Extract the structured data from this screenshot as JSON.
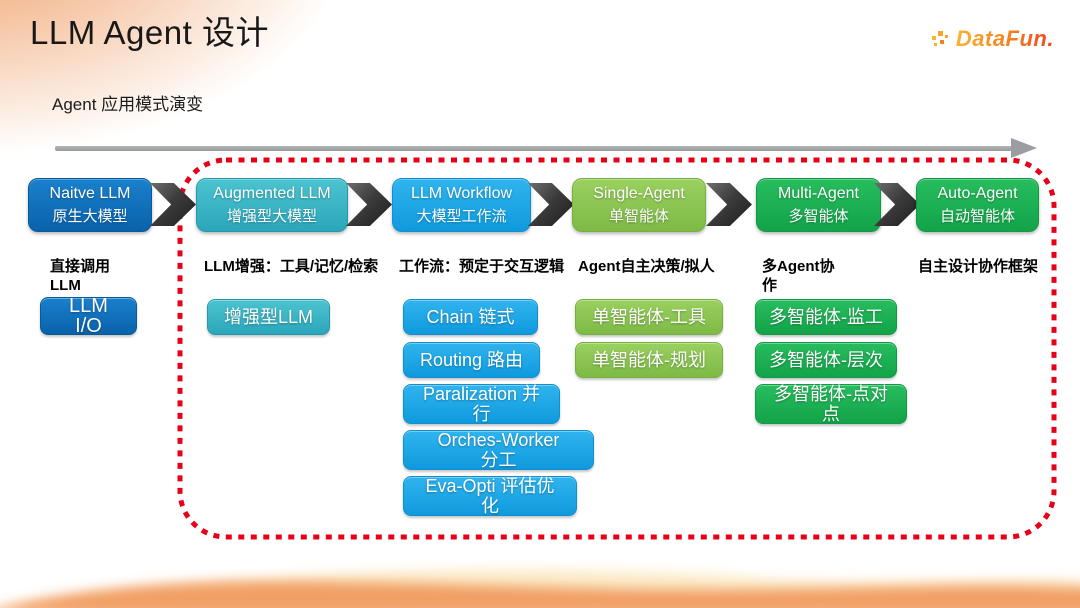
{
  "page": {
    "title": "LLM Agent 设计",
    "subtitle": "Agent 应用模式演变",
    "logo_text": "DataFun."
  },
  "colors": {
    "stage_blue": "#0e6fb8",
    "stage_teal": "#35b6c6",
    "stage_azure": "#17a9e6",
    "stage_light_green": "#8cc653",
    "stage_green": "#1cb254",
    "chevron_gray": "#3c3c3c",
    "red_dotted_frame": "#e80018",
    "timeline_gray": "#9b9da0"
  },
  "stages": [
    {
      "en": "Naitve LLM",
      "zh": "原生大模型"
    },
    {
      "en": "Augmented LLM",
      "zh": "增强型大模型"
    },
    {
      "en": "LLM Workflow",
      "zh": "大模型工作流"
    },
    {
      "en": "Single-Agent",
      "zh": "单智能体"
    },
    {
      "en": "Multi-Agent",
      "zh": "多智能体"
    },
    {
      "en": "Auto-Agent",
      "zh": "自动智能体"
    }
  ],
  "columns": [
    {
      "header": "直接调用 LLM",
      "items": [
        "LLM I/O"
      ]
    },
    {
      "header": "LLM增强：工具/记忆/检索",
      "items": [
        "增强型LLM"
      ]
    },
    {
      "header": "工作流：预定于交互逻辑",
      "items": [
        "Chain 链式",
        "Routing 路由",
        "Paralization 并行",
        "Orches-Worker 分工",
        "Eva-Opti 评估优化"
      ]
    },
    {
      "header": "Agent自主决策/拟人",
      "items": [
        "单智能体-工具",
        "单智能体-规划"
      ]
    },
    {
      "header": "多Agent协作",
      "items": [
        "多智能体-监工",
        "多智能体-层次",
        "多智能体-点对点"
      ]
    },
    {
      "header": "自主设计协作框架",
      "items": []
    }
  ]
}
